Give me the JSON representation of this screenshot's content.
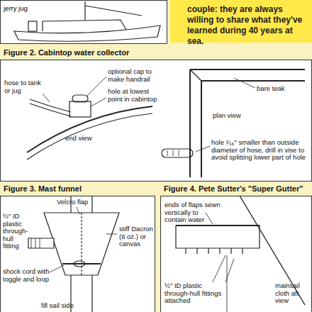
{
  "diagram": {
    "nodes": [
      {
        "text": [
          "jerry jug"
        ]
      },
      {
        "text": [
          "couple: they are always willing to share what they've learned during 40 years at sea."
        ]
      },
      {
        "text": [
          "Figure 2. Cabintop water collector"
        ]
      },
      {
        "text": [
          "Figure 3. Mast funnel"
        ]
      },
      {
        "text": [
          "Figure 4. Pete Sutter's \"Super Gutter\""
        ]
      }
    ],
    "labels": [
      "optional cap to make handrail",
      "hose to tank or jug",
      "hole at lowest point in cabintop",
      "end view",
      "bare teak",
      "plan view",
      "hole ¹⁄₁₆\" smaller than outside diameter of hose, drill in vise to avoid splitting lower part of hole",
      "Velcro flap",
      "½\" ID plastic through-hull fitting",
      "stiff Dacron (6 oz.) or canvas",
      "shock cord with toggle and loop",
      "fill sail side",
      "ends of flaps sewn vertically to contain water",
      "mainsail cloth aft view",
      "½\" ID plastic through-hull fittings attached"
    ]
  }
}
